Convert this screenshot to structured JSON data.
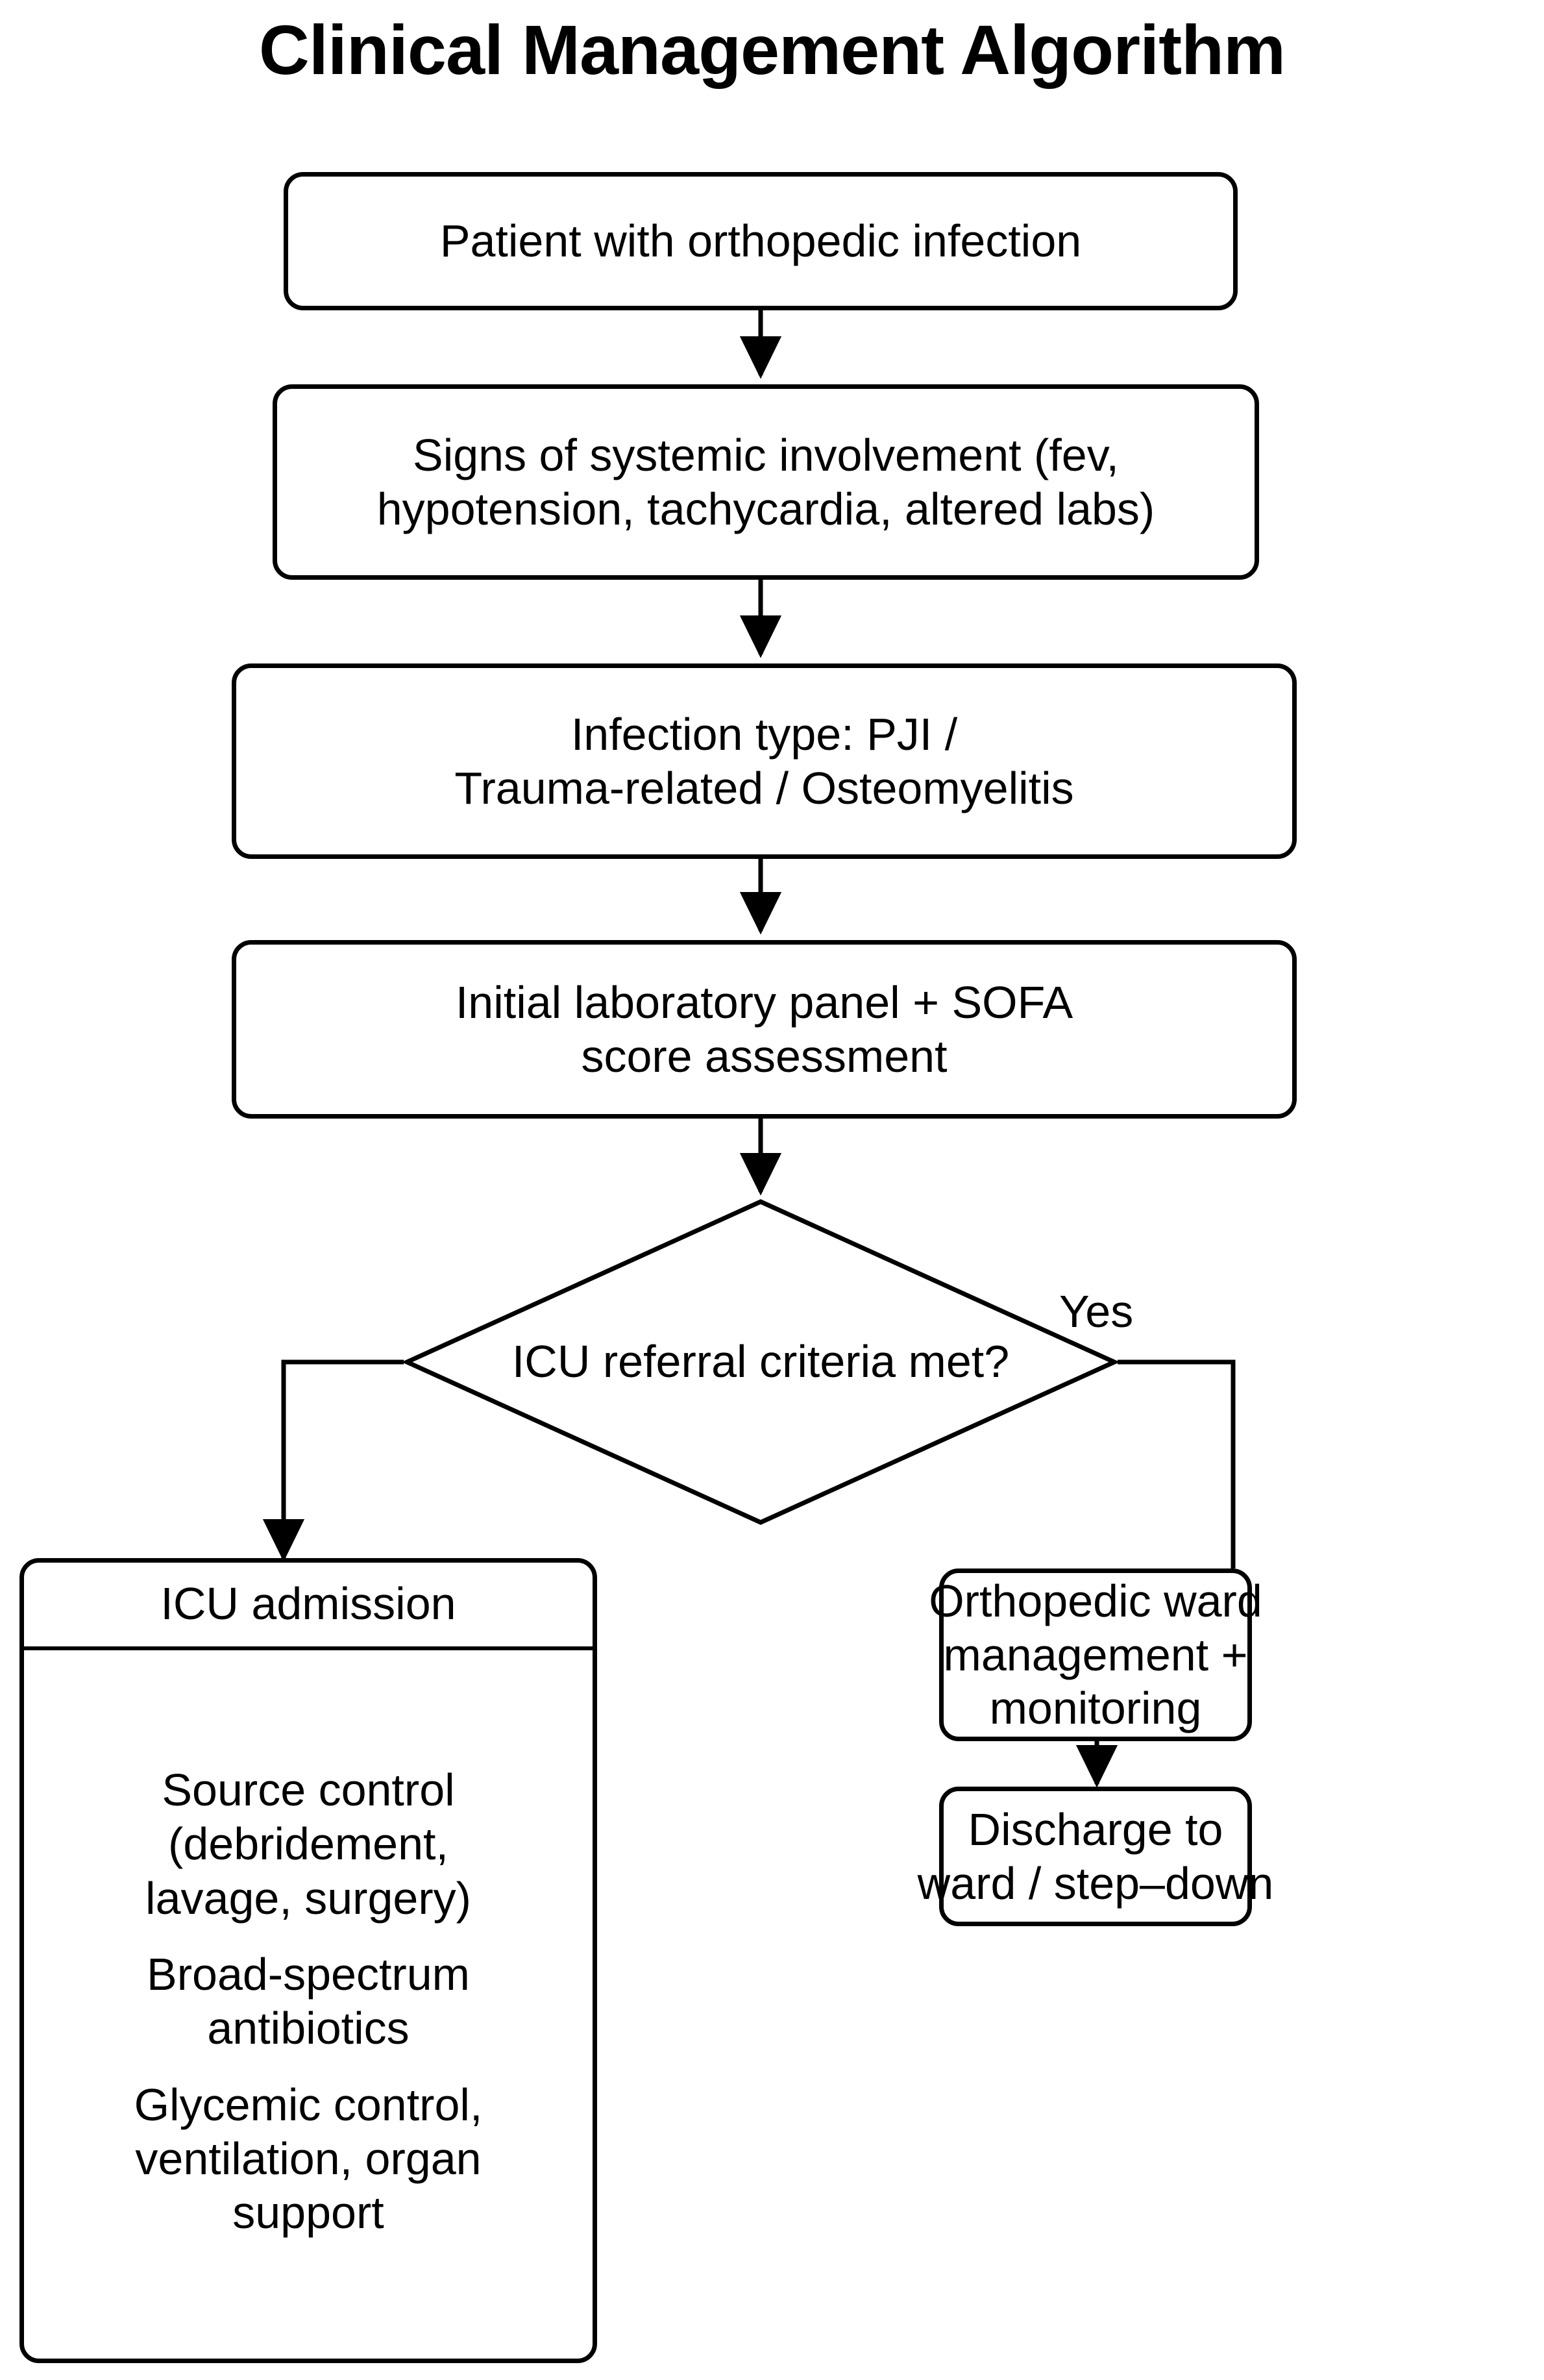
{
  "title": "Clinical Management Algorithm",
  "nodes": {
    "start": {
      "line1": "Patient with orthopedic infection"
    },
    "systemic": {
      "line1": "Signs of systemic involvement (fev,",
      "line2": "hypotension, tachycardia, altered labs)"
    },
    "infection_type": {
      "line1": "Infection type: PJI /",
      "line2": "Trauma-related / Osteomyelitis"
    },
    "labs": {
      "line1": "Initial laboratory panel + SOFA",
      "line2": "score assessment"
    },
    "decision": {
      "line1": "ICU referral",
      "line2": "criteria met?"
    },
    "icu": {
      "header": "ICU admission",
      "groups": [
        {
          "line1": "Source control",
          "line2": "(debridement,",
          "line3": "lavage, surgery)"
        },
        {
          "line1": "Broad-spectrum",
          "line2": "antibiotics"
        },
        {
          "line1": "Glycemic control,",
          "line2": "ventilation, organ",
          "line3": "support"
        }
      ]
    },
    "ward": {
      "line1": "Orthopedic ward",
      "line2": "management +",
      "line3": "monitoring"
    },
    "discharge": {
      "line1": "Discharge to",
      "line2": "ward / step–down"
    }
  },
  "edge_labels": {
    "yes": "Yes"
  },
  "colors": {
    "stroke": "#000000",
    "fill": "#ffffff",
    "text": "#000000"
  }
}
